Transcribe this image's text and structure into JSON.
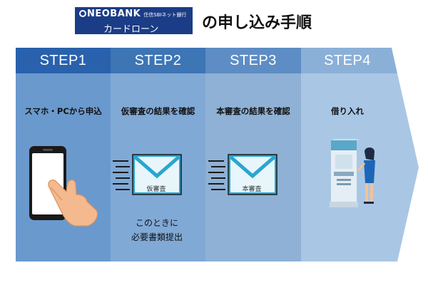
{
  "header": {
    "brand": "NEOBANK",
    "brand_sub": "住信SBIネット銀行",
    "product": "カードローン",
    "title": "の申し込み手順"
  },
  "steps": [
    {
      "label": "STEP1",
      "title": "スマホ・PCから申込",
      "icon": "smartphone-tap-icon",
      "head_color": "#2961ad",
      "body_color": "#6a99cd"
    },
    {
      "label": "STEP2",
      "title": "仮審査の結果を確認",
      "icon": "mail-envelope-icon",
      "envelope_label": "仮審査",
      "note": [
        "このときに",
        "必要書類提出"
      ],
      "head_color": "#3d75b5",
      "body_color": "#80a9d6"
    },
    {
      "label": "STEP3",
      "title": "本審査の結果を確認",
      "icon": "mail-envelope-icon",
      "envelope_label": "本審査",
      "head_color": "#5d8dc4",
      "body_color": "#8fb1d5"
    },
    {
      "label": "STEP4",
      "title": "借り入れ",
      "icon": "atm-person-icon",
      "head_color": "#8bb0d8",
      "body_color": "#a9c7e4"
    }
  ]
}
